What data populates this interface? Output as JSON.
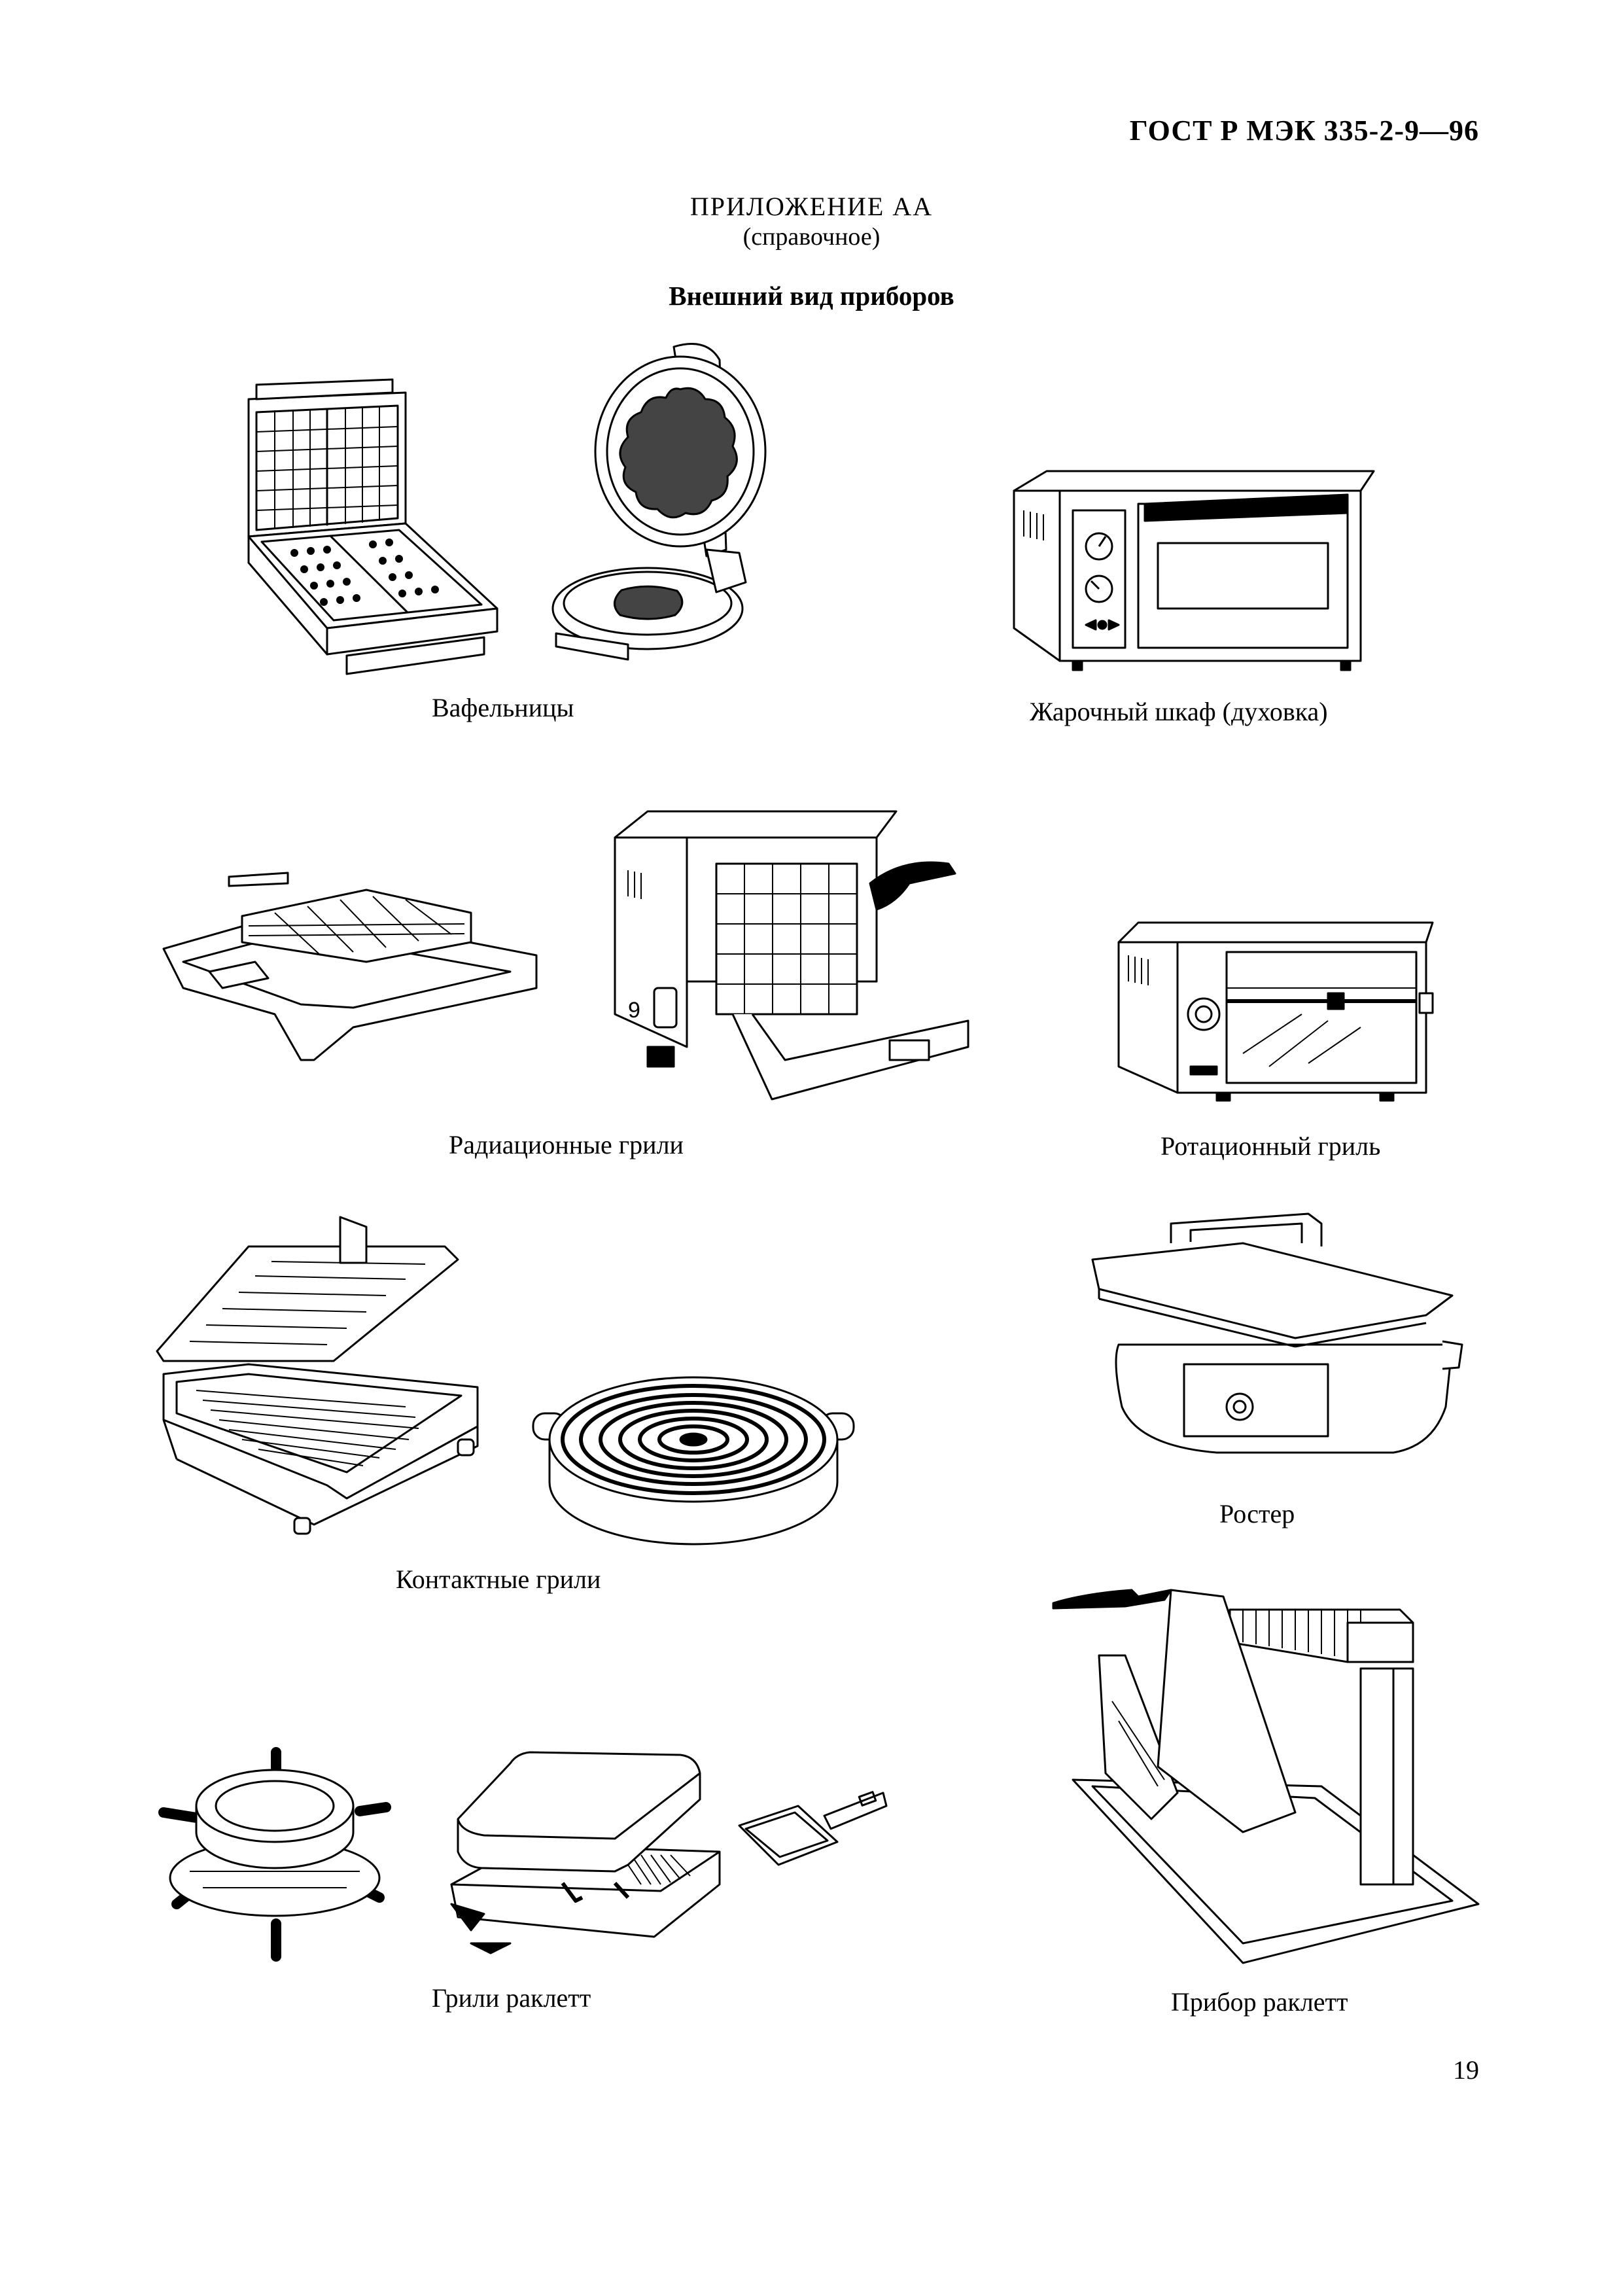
{
  "header": {
    "standard_number": "ГОСТ Р МЭК 335-2-9—96"
  },
  "annex": {
    "title": "ПРИЛОЖЕНИЕ АА",
    "status": "(справочное)",
    "heading": "Внешний вид приборов"
  },
  "figures": {
    "waffle_irons": "Вафельницы",
    "roasting_oven": "Жарочный шкаф (духовка)",
    "radiant_grills": "Радиационные грили",
    "rotisserie": "Ротационный гриль",
    "contact_grills": "Контактные грили",
    "roaster": "Ростер",
    "raclette_grills": "Грили раклетт",
    "raclette_appliance": "Прибор раклетт"
  },
  "icons": {
    "waffle_iron_rect": "rectangular-waffle-iron-drawing",
    "waffle_iron_round": "round-waffle-iron-drawing",
    "roasting_oven": "toaster-oven-drawing",
    "radiant_grill_flat": "flat-radiant-grill-drawing",
    "radiant_grill_upright": "upright-radiant-grill-drawing",
    "rotisserie": "rotisserie-oven-drawing",
    "contact_grill": "hinged-contact-grill-drawing",
    "round_grill": "round-contact-grill-drawing",
    "roaster": "roaster-pot-drawing",
    "raclette_round": "round-raclette-grill-drawing",
    "raclette_rect": "rectangular-raclette-grill-drawing",
    "raclette_pan": "raclette-pan-drawing",
    "raclette_appliance": "raclette-appliance-drawing"
  },
  "page": {
    "number": "19"
  }
}
